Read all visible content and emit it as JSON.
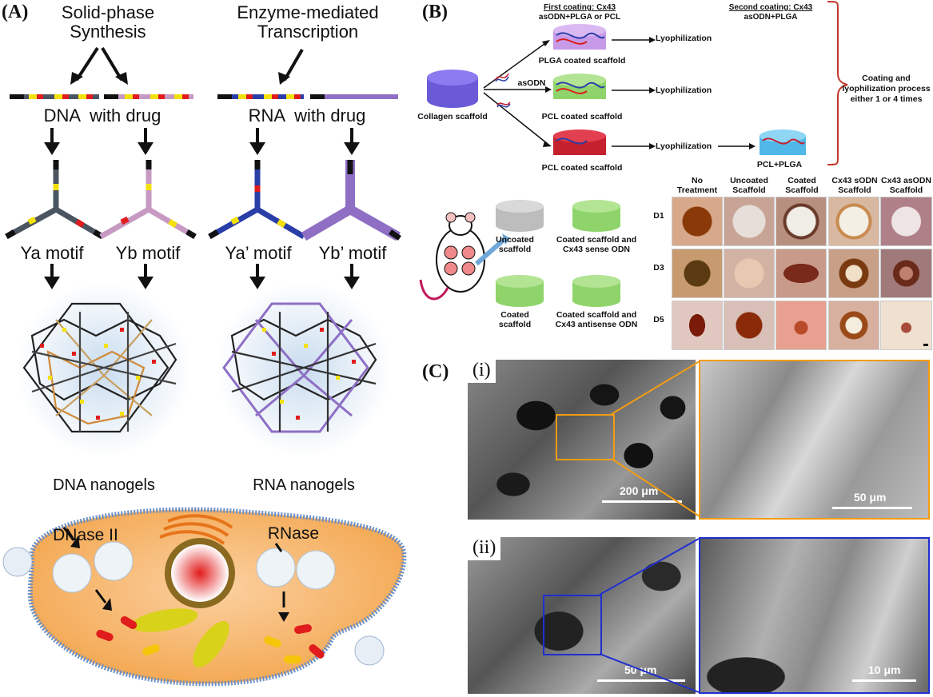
{
  "panelA": {
    "label": "(A)",
    "solid_phase": "Solid-phase\nSynthesis",
    "enzyme": "Enzyme-mediated\nTranscription",
    "dna_with_drug": "DNA  with drug",
    "rna_with_drug": "RNA  with drug",
    "ya": "Ya motif",
    "yb": "Yb motif",
    "ya_prime": "Ya’ motif",
    "yb_prime": "Yb’ motif",
    "dna_nanogels": "DNA nanogels",
    "rna_nanogels": "RNA nanogels",
    "dnase": "DNase II",
    "rnase": "RNase"
  },
  "panelB": {
    "label": "(B)",
    "first_coating": "First coating: Cx43",
    "first_coating_sub": "asODN+PLGA or PCL",
    "second_coating": "Second coating: Cx43",
    "second_coating_sub": "asODN+PLGA",
    "collagen": "Collagen scaffold",
    "asodn": "asODN",
    "plga_coated": "PLGA coated scaffold",
    "pcl_coated_1": "PCL coated scaffold",
    "pcl_coated_2": "PCL coated scaffold",
    "pcl_plga": "PCL+PLGA",
    "lyo1": "Lyophilization",
    "lyo2": "Lyophilization",
    "lyo3": "Lyophilization",
    "process": "Coating and\nlyophilization process\neither 1 or 4 times",
    "uncoated": "Uncoated\nscaffold",
    "coated": "Coated\nscaffold",
    "coated_sense": "Coated scaffold and\nCx43 sense ODN",
    "coated_antisense": "Coated scaffold and\nCx43 antisense ODN",
    "columns": [
      "No\nTreatment",
      "Uncoated\nScaffold",
      "Coated\nScaffold",
      "Cx43 sODN\nScaffold",
      "Cx43 asODN\nScaffold"
    ],
    "rows": [
      "D1",
      "D3",
      "D5"
    ]
  },
  "panelC": {
    "label": "(C)",
    "i": "(i)",
    "ii": "(ii)",
    "scale_i_left": "200 μm",
    "scale_i_right": "50 μm",
    "scale_ii_left": "50 μm",
    "scale_ii_right": "10 μm"
  },
  "colors": {
    "orange": "#f39c12",
    "blue": "#1f2fd0",
    "purple": "#8e6fc4",
    "red_bracket": "#c0392b"
  }
}
